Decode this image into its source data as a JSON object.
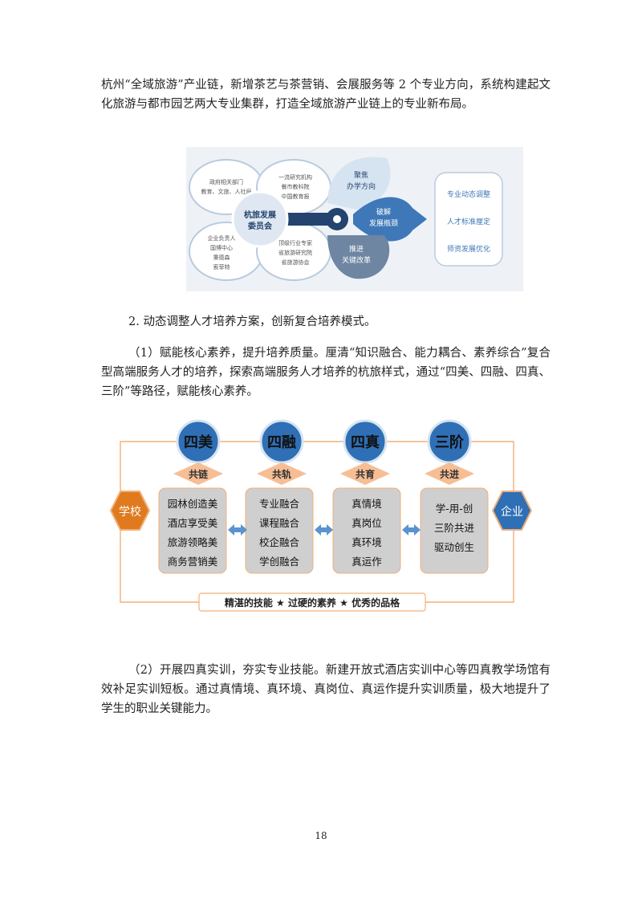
{
  "paragraphs": {
    "p1": "杭州“全域旅游”产业链，新增茶艺与茶营销、会展服务等 2 个专业方向，系统构建起文化旅游与都市园艺两大专业集群，打造全域旅游产业链上的专业新布局。",
    "p2": "2.   动态调整人才培养方案，创新复合培养模式。",
    "p3": "（1）赋能核心素养，提升培养质量。厘清“知识融合、能力耦合、素养综合”复合型高端服务人才的培养，探索高端服务人才培养的杭旅样式，通过“四美、四融、四真、三阶”等路径，赋能核心素养。",
    "p4": "（2）开展四真实训，夯实专业技能。新建开放式酒店实训中心等四真教学场馆有效补足实训短板。通过真情境、真环境、真岗位、真运作提升实训质量，极大地提升了学生的职业关键能力。"
  },
  "diagram1": {
    "center": [
      "杭旅发展",
      "委员会"
    ],
    "petals": [
      [
        "政府相关部门",
        "教育、文旅、人社局"
      ],
      [
        "一流研究机构",
        "餐市教科院",
        "中国教育报"
      ],
      [
        "企业负责人",
        "国博中心",
        "秉德森",
        "索菲特"
      ],
      [
        "顶级行业专家",
        "省旅游研究院",
        "省旅游协会"
      ]
    ],
    "steps": [
      [
        "聚焦",
        "办学方向"
      ],
      [
        "破解",
        "发展瓶颈"
      ],
      [
        "推进",
        "关键改革"
      ]
    ],
    "outcomes": [
      "专业动态调整",
      "人才标准厘定",
      "师资发展优化"
    ]
  },
  "diagram2": {
    "left": "学校",
    "right": "企业",
    "columns": [
      {
        "title": "四美",
        "tag": "共链",
        "items": [
          "园林创造美",
          "酒店享受美",
          "旅游领略美",
          "商务营销美"
        ]
      },
      {
        "title": "四融",
        "tag": "共轨",
        "items": [
          "专业融合",
          "课程融合",
          "校企融合",
          "学创融合"
        ]
      },
      {
        "title": "四真",
        "tag": "共育",
        "items": [
          "真情境",
          "真岗位",
          "真环境",
          "真运作"
        ]
      },
      {
        "title": "三阶",
        "tag": "共进",
        "items": [
          "学-用-创",
          "三阶共进",
          "驱动创生"
        ]
      }
    ],
    "bottom": "精湛的技能 ★ 过硬的素养 ★ 优秀的品格"
  },
  "page_number": "18"
}
